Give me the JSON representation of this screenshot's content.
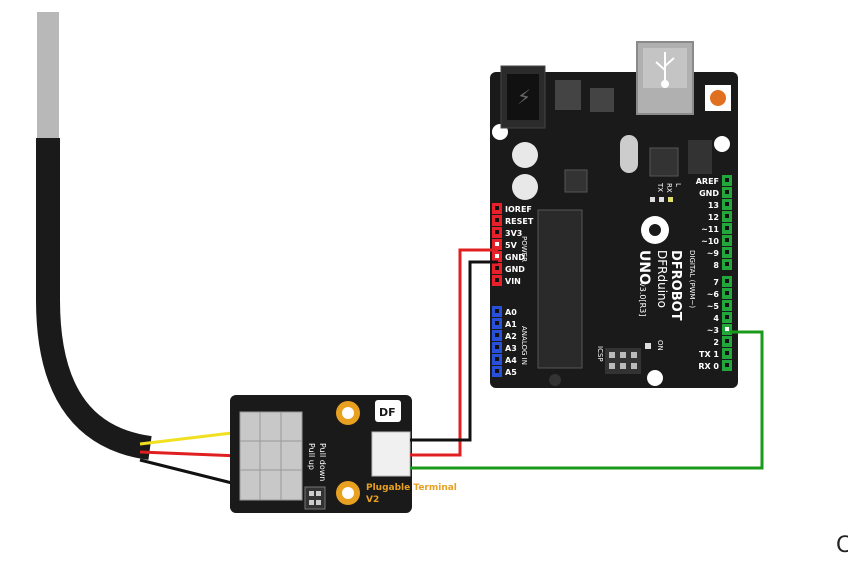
{
  "colors": {
    "board": "#1a1a1a",
    "wire_red": "#e02020",
    "wire_black": "#111111",
    "wire_green": "#1a9a1a",
    "wire_yellow": "#f0e020",
    "header_red": "#e8202a",
    "header_blue": "#2850d8",
    "header_green": "#22a83a",
    "label_orange": "#e8a020",
    "probe_steel": "#b8b8b8"
  },
  "arduino": {
    "brand": "DFROBOT",
    "product": "DFRduino",
    "model": "UNO",
    "version": "v3.0[R3]",
    "power_label": "POWER",
    "analog_label": "ANALOG IN",
    "digital_label": "DIGITAL (PWM~)",
    "icsp_label": "ICSP",
    "on_label": "ON",
    "tx_label": "TX",
    "rx_label": "RX",
    "l_label": "L",
    "power_pins": [
      "IOREF",
      "RESET",
      "3V3",
      "5V",
      "GND",
      "GND",
      "VIN"
    ],
    "analog_pins": [
      "A0",
      "A1",
      "A2",
      "A3",
      "A4",
      "A5"
    ],
    "digital_top": [
      "AREF",
      "GND",
      "13",
      "12",
      "~11",
      "~10",
      "~9",
      "8"
    ],
    "digital_bottom": [
      "7",
      "~6",
      "~5",
      "4",
      "~3",
      "2",
      "TX 1",
      "RX 0"
    ]
  },
  "terminal": {
    "title": "Plugable Terminal V2",
    "pull_down": "Pull down",
    "pull_up": "Pull up",
    "brand_mark": "DF"
  },
  "overflow_text": "C"
}
